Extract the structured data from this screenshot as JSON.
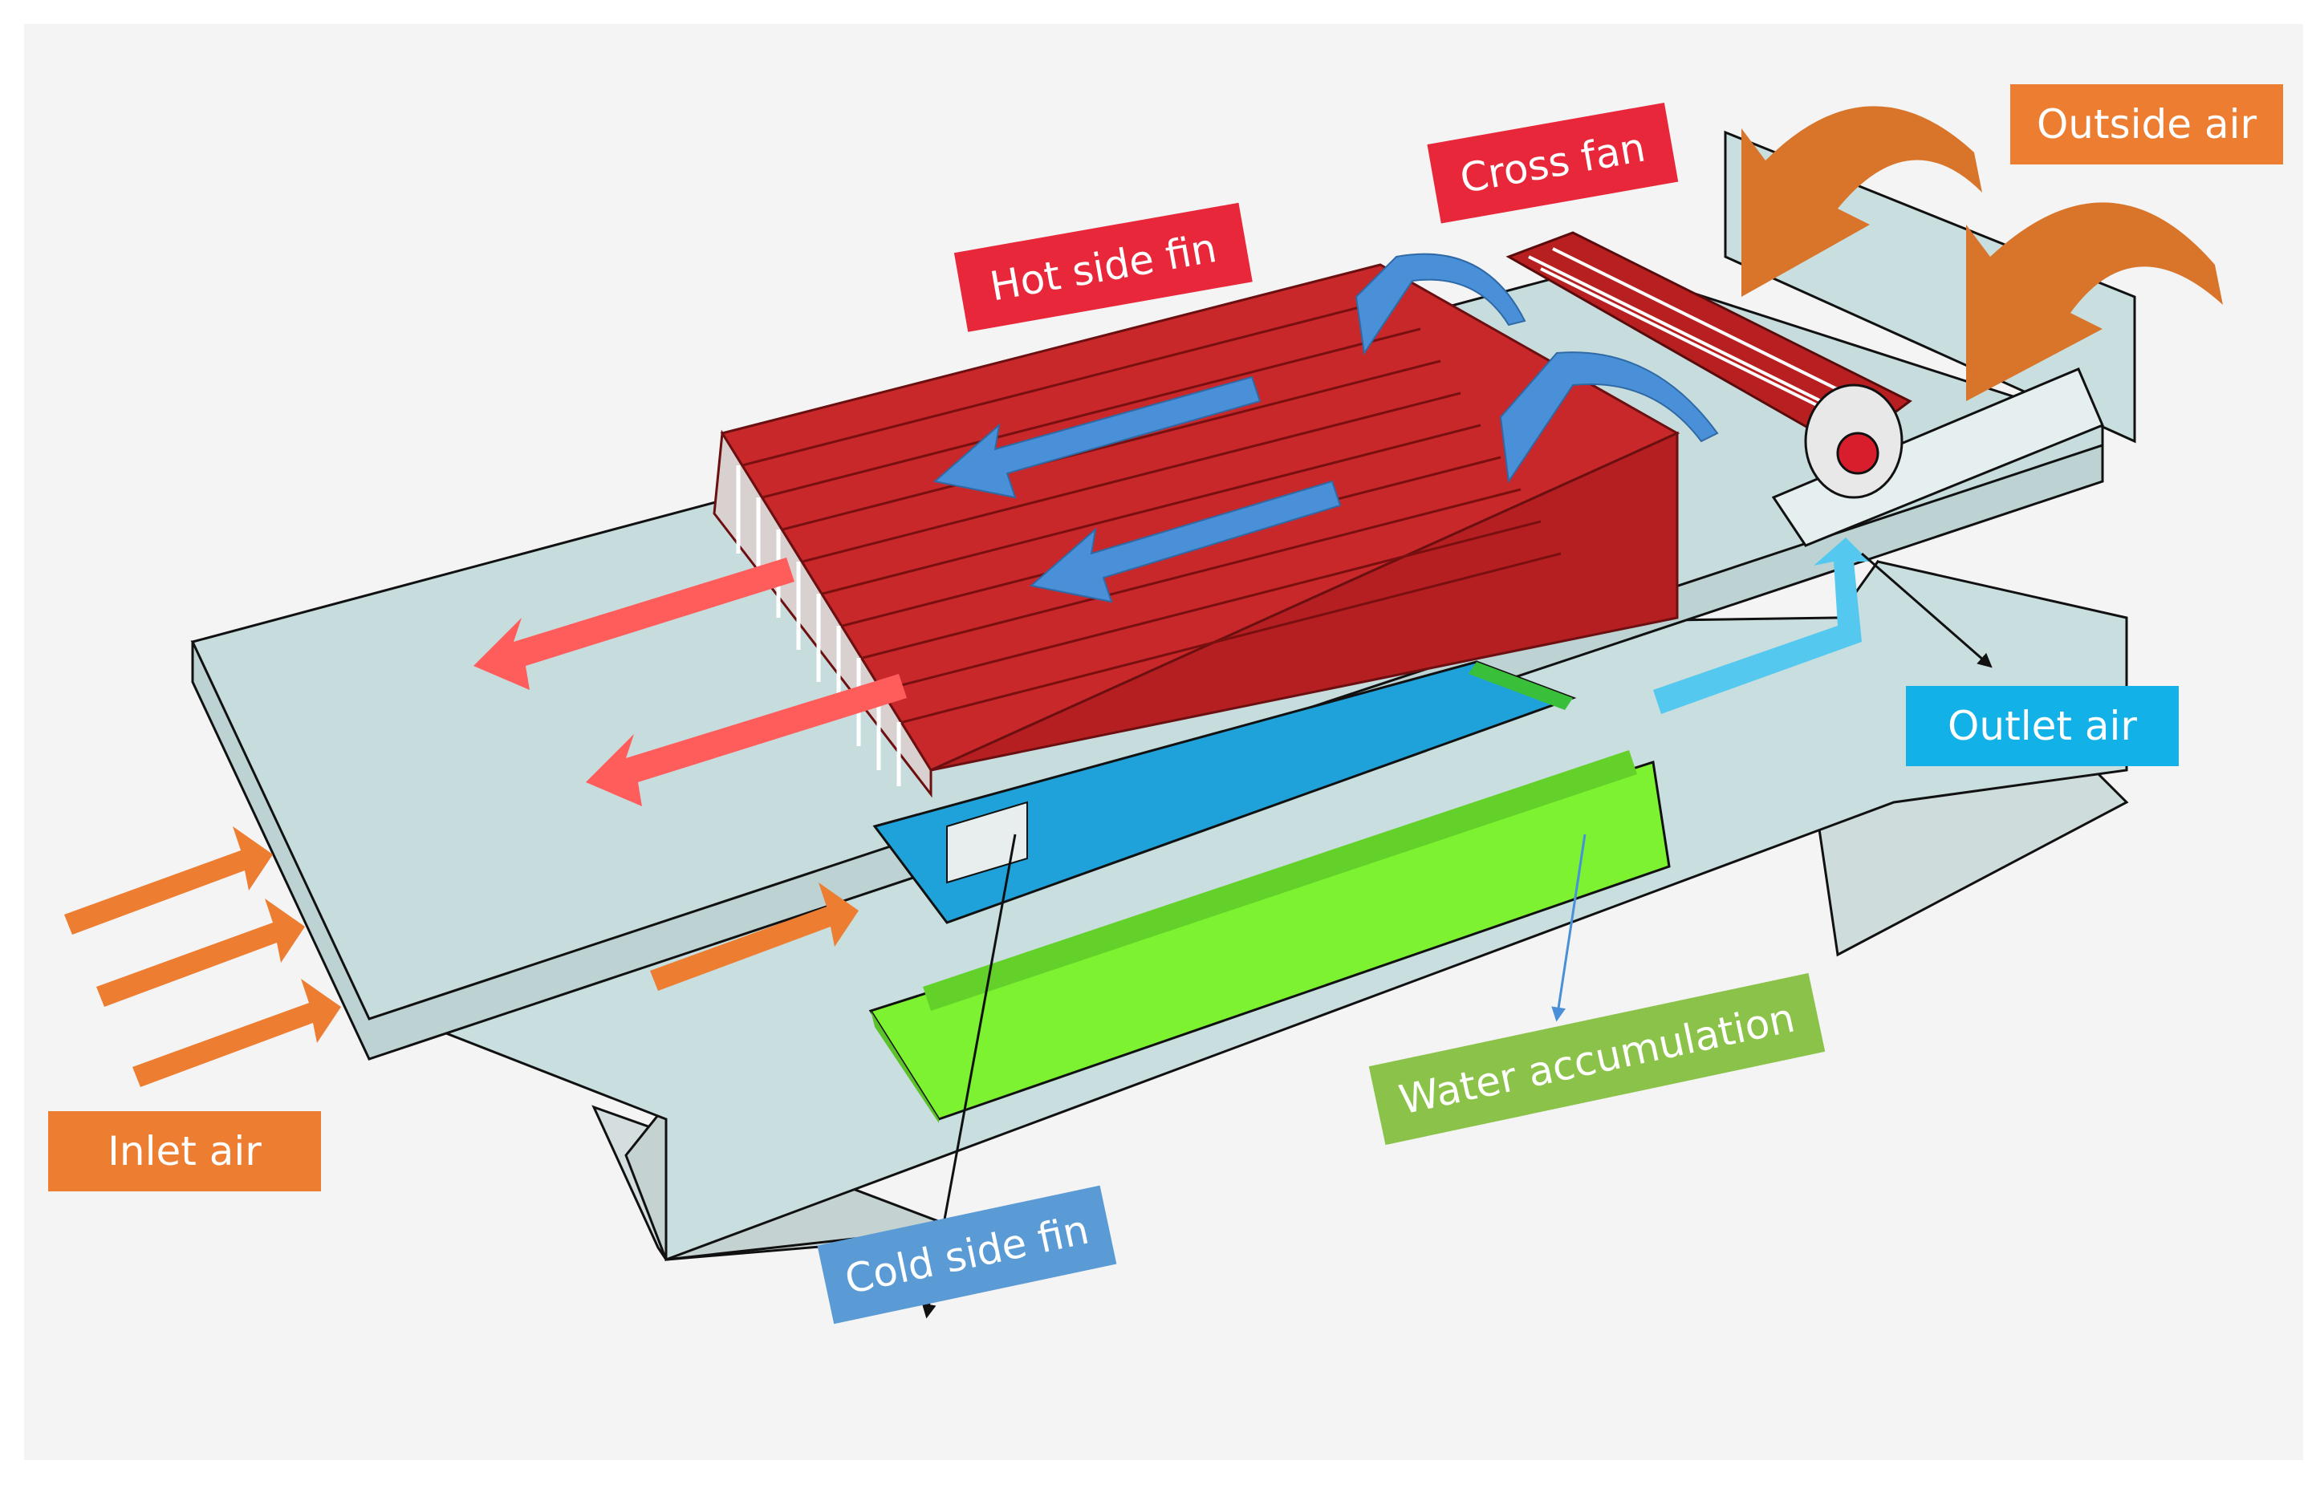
{
  "labels": {
    "outside_air": "Outside air",
    "cross_fan": "Cross fan",
    "hot_side_fin": "Hot side fin",
    "outlet_air": "Outlet air",
    "water_accumulation": "Water accumulation",
    "cold_side_fin": "Cold side fin",
    "inlet_air": "Inlet air"
  },
  "colors": {
    "orange_label": "#ED7D31",
    "red_label": "#E8283A",
    "blue_label": "#12B2E8",
    "green_label": "#8BC34A",
    "cold_label": "#5B9BD5",
    "duct": "#C9DEDE",
    "fin": "#C8282A",
    "water": "#7CF230",
    "cold_fin_tray": "#1FA2DA",
    "hot_arrow": "#FF5C5C",
    "flow_arrow": "#4A90D9"
  }
}
